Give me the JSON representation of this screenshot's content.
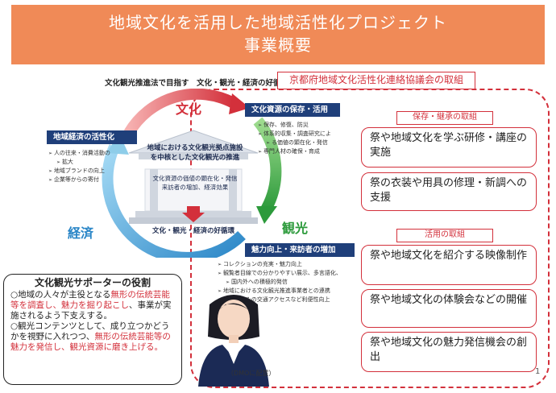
{
  "title": {
    "line1": "地域文化を活用した地域活性化プロジェクト",
    "line2": "事業概要"
  },
  "subtitle": "文化観光推進法で目指す　文化・観光・経済の好循環",
  "kyoto_header": "京都府地域文化活性化連絡協議会の取組",
  "cycle": {
    "culture": "文化",
    "economy": "経済",
    "tourism": "観光",
    "economy_bar": "地域経済の活性化",
    "economy_items": [
      "人の往来・消費活動の",
      "拡大",
      "地域ブランドの向上",
      "企業等からの寄付"
    ],
    "culture_bar": "文化資源の保存・活用",
    "culture_items": [
      "保存、修復、防災",
      "体系的収集・調査研究によ",
      "る価値の顕在化・発信",
      "専門人材の確保・育成"
    ],
    "attract_bar": "魅力向上・来訪者の増加",
    "attract_items": [
      "コレクションの充実・魅力向上",
      "観覧者目線での分かりやすい展示、多言語化、",
      "国内外への積極的発信",
      "地域における文化観光推進事業者との連携",
      "地域ぐるみの交通アクセスなど利便性向上"
    ],
    "temple_line1": "地域における文化観光拠点施設",
    "temple_line2": "を中核とした文化観光の推進",
    "temple_mid1": "文化資源の価値の顕在化・発信",
    "temple_mid2": "来訪者の増加、経済効果",
    "temple_base": "文化・観光・経済の好循環"
  },
  "keep": {
    "header": "保存・継承の取組",
    "cards": [
      "祭や地域文化を学ぶ研修・講座の実施",
      "祭の衣装や用具の修理・新調への支援"
    ]
  },
  "use": {
    "header": "活用の取組",
    "cards": [
      "祭や地域文化を紹介する映像制作",
      "祭や地域文化の体験会などの開催",
      "祭や地域文化の魅力発信機会の創出"
    ]
  },
  "supporter": {
    "title": "文化観光サポーターの役割",
    "p1_a": "○地域の人々が主役となる",
    "p1_b": "無形の伝統芸能等を調査し、魅力を掘り起こし",
    "p1_c": "、事業が実施されるよう下支えする。",
    "p2_a": "○観光コンテンツとして、成り立つかどうかを視野に入れつつ、",
    "p2_b": "無形の伝統芸能等の魅力を発信し、観光資源に磨き上げる。"
  },
  "dmo_note": "（DMOに配置）",
  "page_number": "1",
  "colors": {
    "banner": "#f08a57",
    "accent_red": "#d3303b",
    "navy": "#1f3f7a",
    "blue": "#2a86c7",
    "green": "#2c9a3b"
  }
}
